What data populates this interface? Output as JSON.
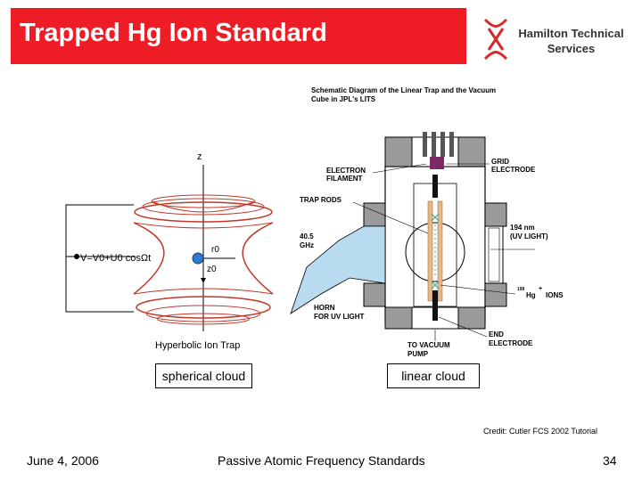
{
  "title": "Trapped Hg Ion Standard",
  "logo": {
    "line1": "Hamilton Technical",
    "line2": "Services"
  },
  "left_diagram": {
    "axis_z": "z",
    "r0": "r0",
    "z0": "z0",
    "formula": "V=V0+U0 cosΩt",
    "caption": "Hyperbolic Ion Trap"
  },
  "right_diagram": {
    "heading_line1": "Schematic Diagram of the Linear Trap and the Vacuum",
    "heading_line2": "Cube in JPL's LITS",
    "electron_filament_1": "ELECTRON",
    "electron_filament_2": "FILAMENT",
    "grid_electrode_1": "GRID",
    "grid_electrode_2": "ELECTRODE",
    "trap_rods": "TRAP RODS",
    "ghz_1": "40.5",
    "ghz_2": "GHz",
    "uv_1": "194 nm",
    "uv_2": "(UV LIGHT)",
    "ions_sup": "199",
    "ions_hg": "Hg",
    "ions_plus": "+",
    "ions_label": "IONS",
    "horn_1": "HORN",
    "horn_2": "FOR UV LIGHT",
    "end_electrode_1": "END",
    "end_electrode_2": "ELECTRODE",
    "pump_1": "TO VACUUM",
    "pump_2": "PUMP"
  },
  "box_left": "spherical cloud",
  "box_right": "linear cloud",
  "credit": "Credit: Cutler FCS 2002 Tutorial",
  "footer": {
    "date": "June 4, 2006",
    "center": "Passive Atomic Frequency Standards",
    "page": "34"
  },
  "colors": {
    "title_bg": "#ee1c25",
    "logo_red": "#d42a2a",
    "trap_wire": "#c0392b",
    "ion": "#2e7bd1",
    "horn": "#b8dbef",
    "rod": "#e7b98a",
    "gray_block": "#9a9a9a"
  }
}
